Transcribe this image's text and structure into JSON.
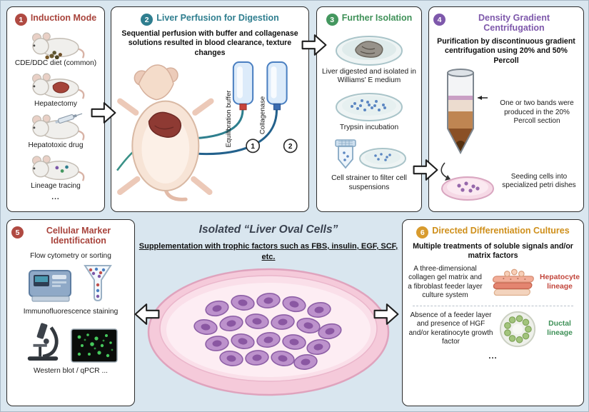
{
  "palette": {
    "background": "#d9e6ef",
    "panel_border": "#2b2b2b",
    "step1_color": "#b04a42",
    "step2_color": "#2f7e8f",
    "step3_color": "#3f9158",
    "step4_color": "#7e58ab",
    "step5_color": "#b04a42",
    "step6_color": "#d89b2e",
    "hepatocyte_color": "#c2463c",
    "ductal_color": "#3f9158",
    "dish_pink": "#f5cada",
    "cell_purple": "#bd92cc"
  },
  "steps": {
    "s1": {
      "number": "1",
      "title": "Induction Mode",
      "items": [
        "CDE/DDC diet (common)",
        "Hepatectomy",
        "Hepatotoxic drug",
        "Lineage tracing",
        "..."
      ]
    },
    "s2": {
      "number": "2",
      "title": "Liver Perfusion for Digestion",
      "description": "Sequential perfusion with buffer and collagenase solutions resulted in blood clearance, texture changes",
      "bottle1_label": "Equilibration buffer",
      "bottle2_label": "Collagenase",
      "tube1_number": "1",
      "tube2_number": "2"
    },
    "s3": {
      "number": "3",
      "title": "Further Isolation",
      "captions": [
        "Liver digested and isolated in Williams' E medium",
        "Trypsin incubation",
        "Cell strainer to filter cell suspensions"
      ]
    },
    "s4": {
      "number": "4",
      "title": "Density Gradient Centrifugation",
      "description": "Purification by discontinuous gradient centrifugation using 20% and 50% Percoll",
      "band_note": "One or two bands were produced in the 20% Percoll section",
      "seeding_note": "Seeding cells into specialized petri dishes"
    },
    "s5": {
      "number": "5",
      "title": "Cellular Marker Identification",
      "items": [
        "Flow cytometry or sorting",
        "Immunofluorescence staining",
        "Western blot / qPCR ..."
      ]
    },
    "s6": {
      "number": "6",
      "title": "Directed Differentiation Cultures",
      "description": "Multiple treatments of soluble signals and/or matrix factors",
      "hepatocyte_desc": "A three-dimensional collagen gel matrix and a fibroblast feeder layer culture system",
      "hepatocyte_label": "Hepatocyte lineage",
      "ductal_desc": "Absence of a feeder layer and presence of HGF and/or keratinocyte growth factor",
      "ductal_label": "Ductal lineage",
      "more": "..."
    }
  },
  "center": {
    "title": "Isolated “Liver Oval Cells”",
    "subtitle": "Supplementation with trophic factors such as FBS, insulin, EGF, SCF, etc."
  }
}
